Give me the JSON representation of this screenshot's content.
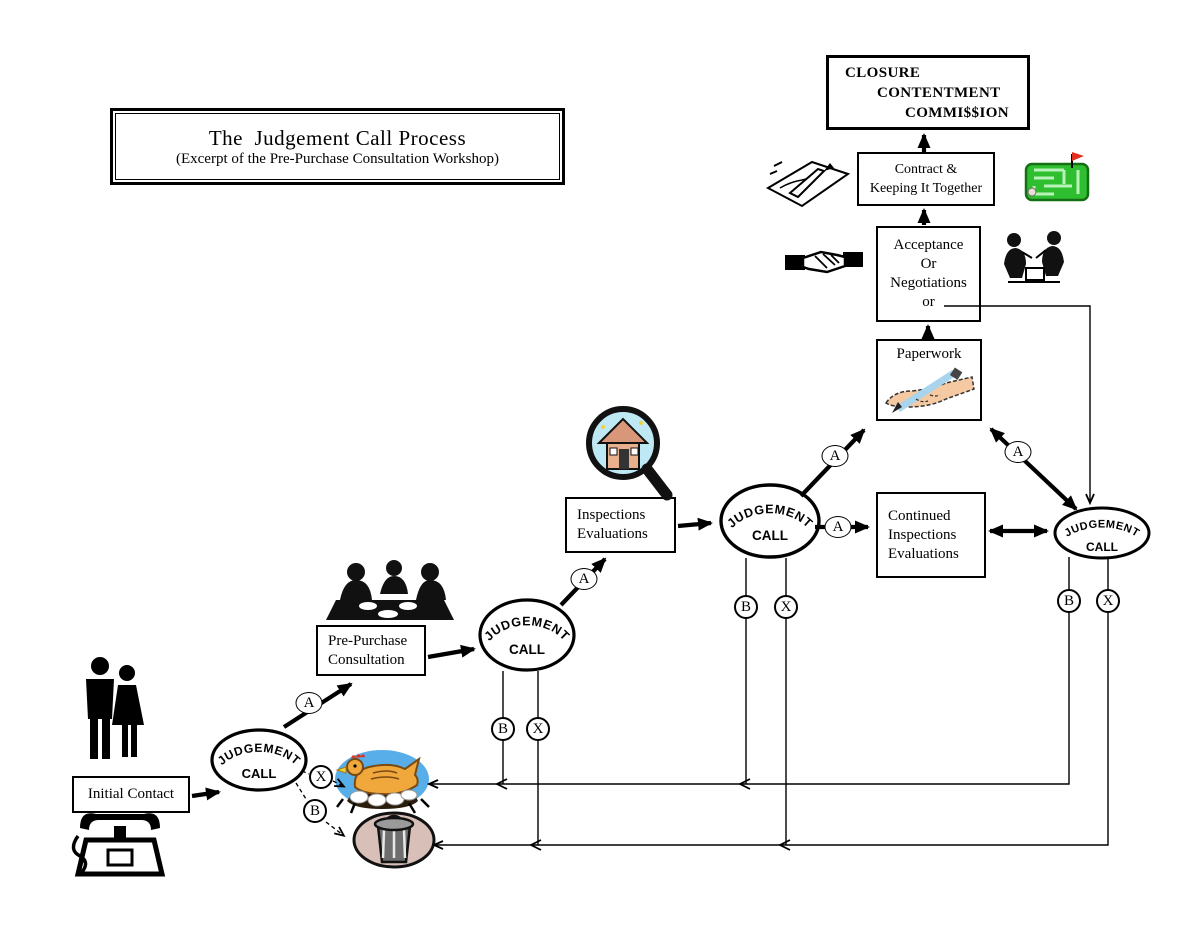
{
  "title": {
    "heading": "The  Judgement Call Process",
    "subheading": "(Excerpt of the Pre-Purchase Consultation Workshop)"
  },
  "boxes": {
    "closure": {
      "lines": [
        "CLOSURE",
        "CONTENTMENT",
        "COMMI$$ION"
      ]
    },
    "contract": {
      "lines": [
        "Contract &",
        "Keeping It Together"
      ]
    },
    "acceptance": {
      "lines": [
        "Acceptance",
        "Or",
        "Negotiations",
        "or"
      ]
    },
    "paperwork": {
      "label": "Paperwork"
    },
    "inspections": {
      "lines": [
        "Inspections",
        "Evaluations"
      ]
    },
    "continued_inspections": {
      "lines": [
        "Continued",
        "Inspections",
        "Evaluations"
      ]
    },
    "pre_purchase": {
      "lines": [
        "Pre-Purchase",
        "Consultation"
      ]
    },
    "initial_contact": {
      "label": "Initial Contact"
    }
  },
  "judgement_call": {
    "arc": "JUDGEMENT",
    "label": "CALL"
  },
  "badges": {
    "a": "A",
    "b": "B",
    "x": "X"
  },
  "icons": [
    "signing-document-icon",
    "maze-icon",
    "handshake-icon",
    "negotiation-people-icon",
    "consultation-table-icon",
    "magnifier-house-icon",
    "couple-icon",
    "telephone-icon",
    "hen-on-nest-icon",
    "trash-can-icon",
    "hand-writing-pencil-icon"
  ],
  "colors": {
    "ink": "#000000",
    "maze_green": "#2fbe2f",
    "flag_red": "#e03020",
    "chicken_orange": "#f0a83c",
    "nest_blue": "#58aee8",
    "hand_skin": "#f5c9a2",
    "pencil_blue": "#a8d4ee",
    "trash_oval": "#d8c0b8"
  }
}
